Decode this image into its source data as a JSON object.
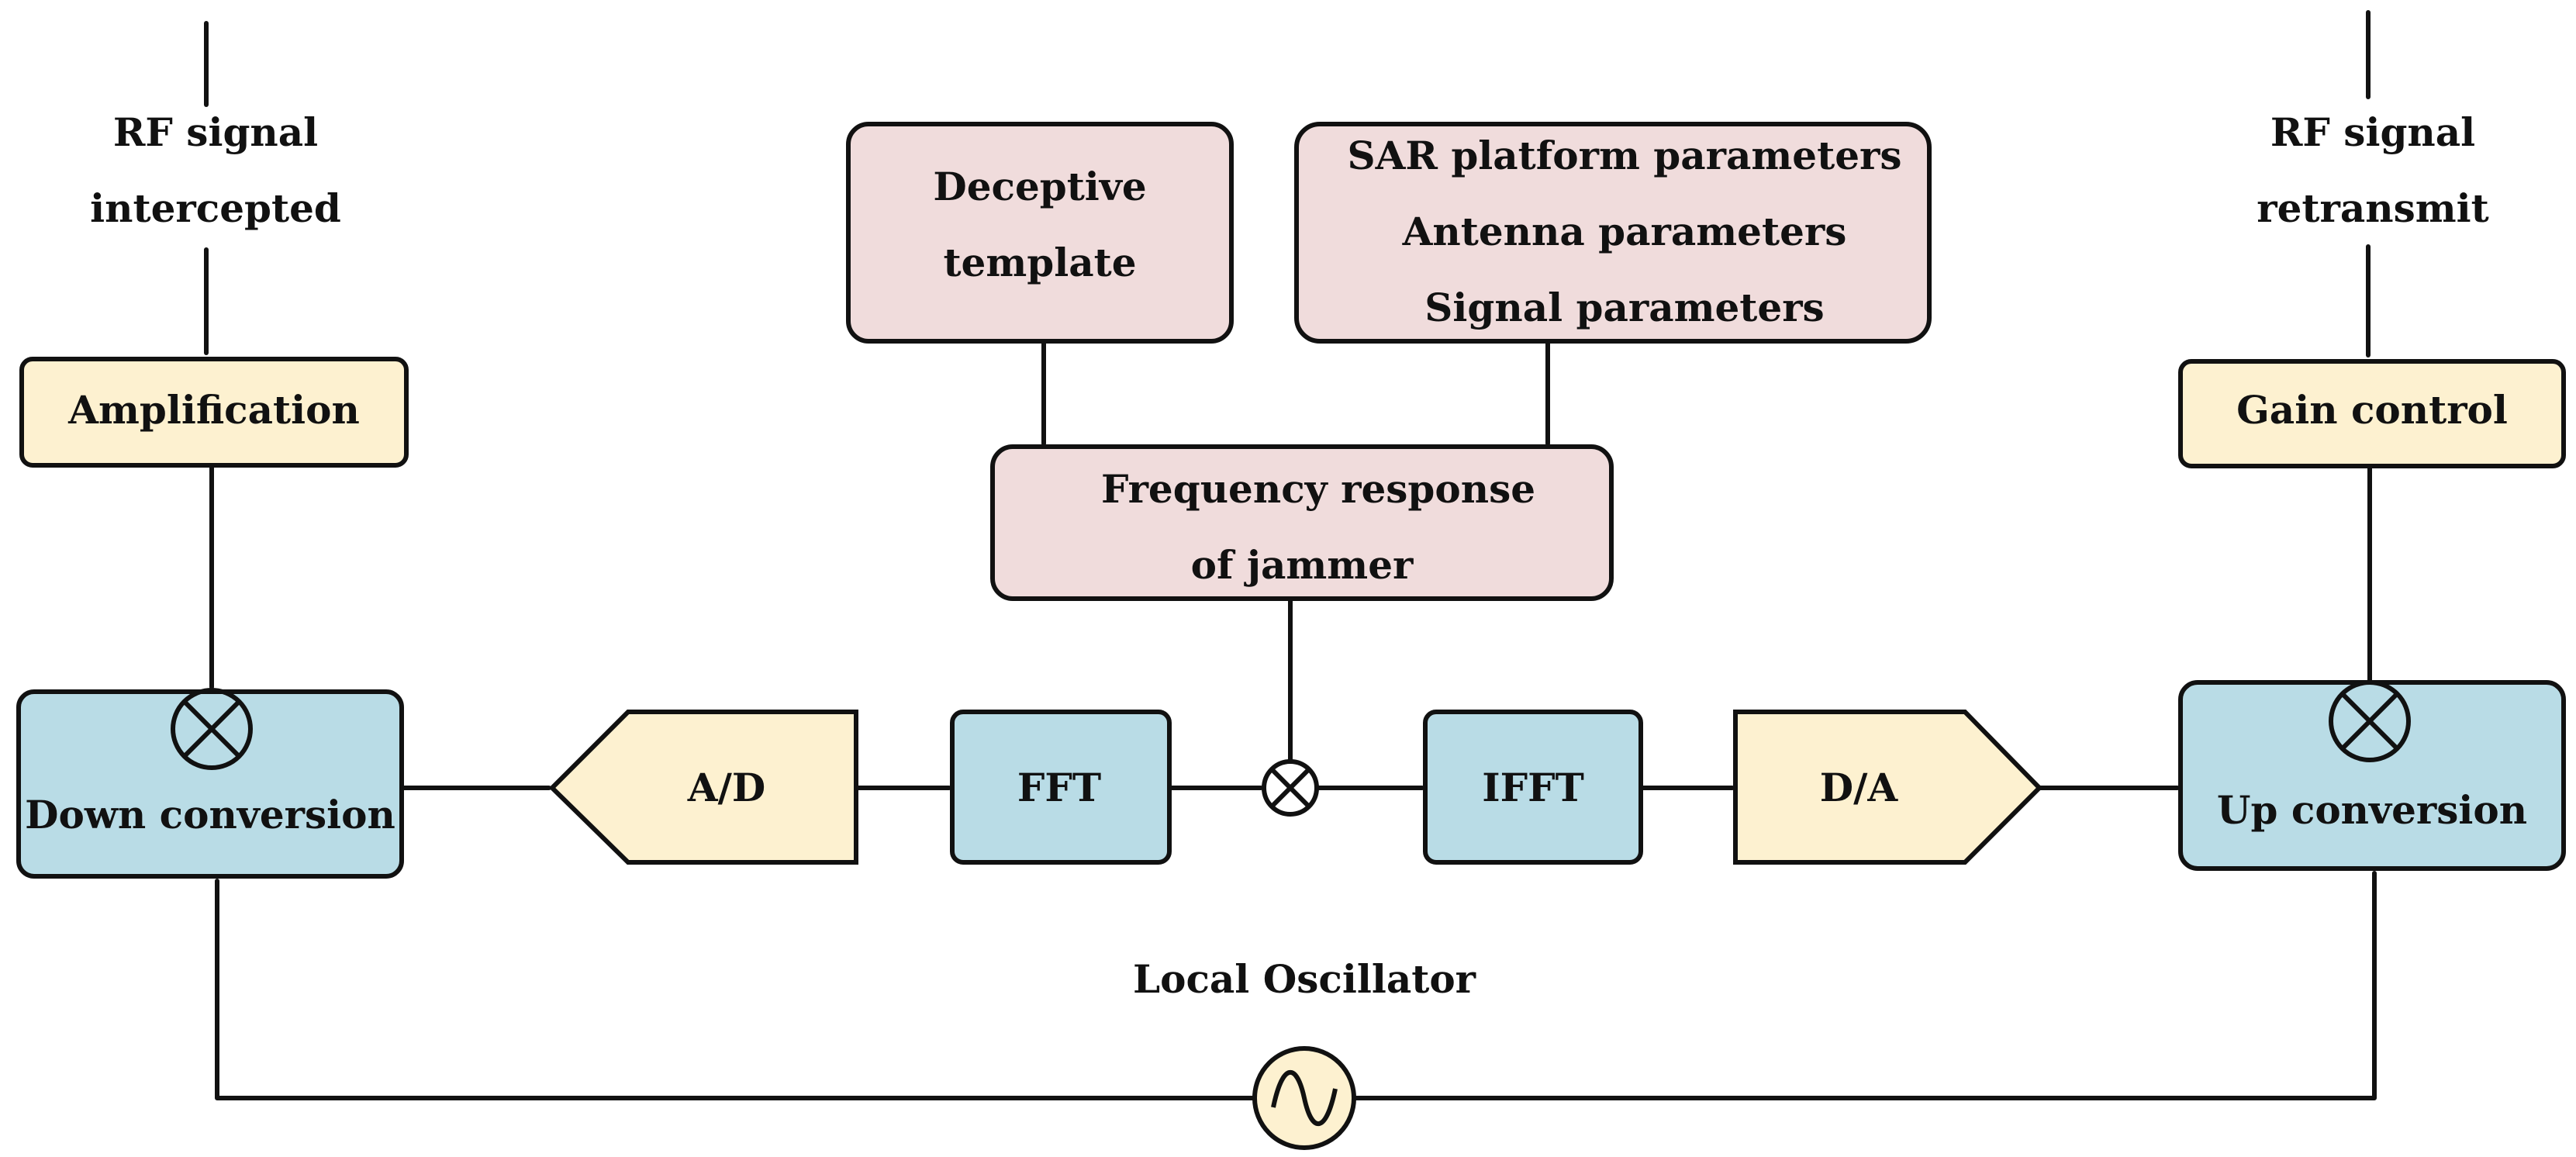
{
  "colors": {
    "yellow": "#fdf1d0",
    "blue": "#b9dce6",
    "pink": "#f0dcdc",
    "stroke": "#111111"
  },
  "input_label": [
    "RF signal",
    "intercepted"
  ],
  "output_label": [
    "RF signal",
    "retransmit"
  ],
  "amplification": "Amplification",
  "gain_control": "Gain control",
  "deceptive_template": [
    "Deceptive",
    "template"
  ],
  "platform_params": [
    "SAR platform parameters",
    "Antenna parameters",
    "Signal parameters"
  ],
  "frequency_response": [
    "Frequency response",
    "of jammer"
  ],
  "down_conversion": "Down conversion",
  "ad": "A/D",
  "fft": "FFT",
  "ifft": "IFFT",
  "da": "D/A",
  "up_conversion": "Up conversion",
  "local_oscillator": "Local Oscillator",
  "icons": {
    "down_mixer": "mixer-icon",
    "up_mixer": "mixer-icon",
    "multiplier": "multiplier-icon",
    "oscillator": "oscillator-icon"
  }
}
